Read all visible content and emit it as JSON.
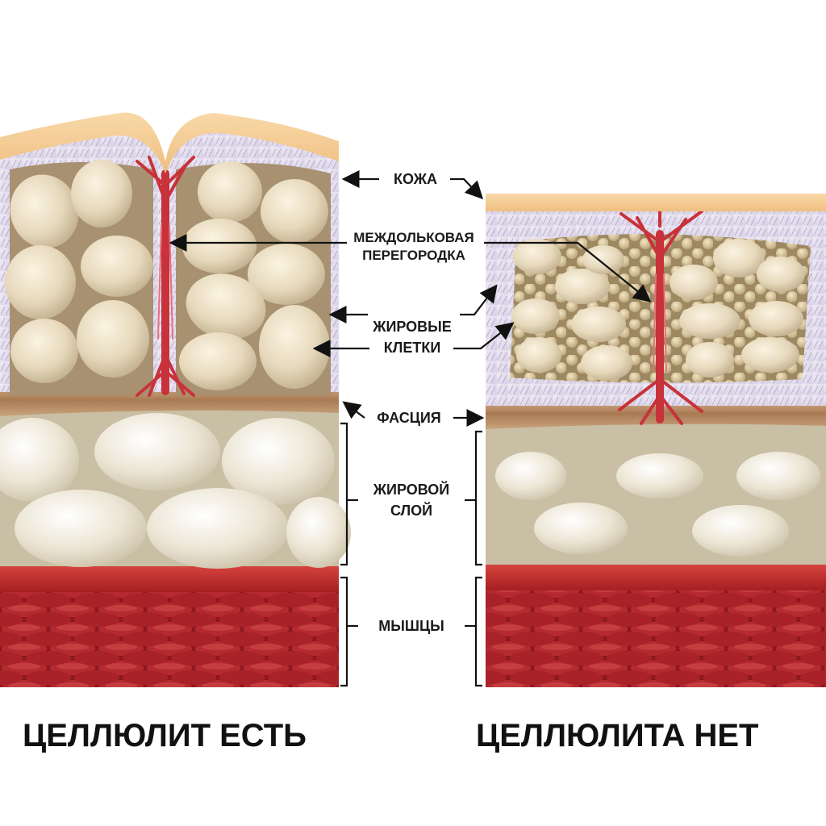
{
  "labels": {
    "skin": "КОЖА",
    "septum_line1": "МЕЖДОЛЬКОВАЯ",
    "septum_line2": "ПЕРЕГОРОДКА",
    "fat_cells_line1": "ЖИРОВЫЕ",
    "fat_cells_line2": "КЛЕТКИ",
    "fascia": "ФАСЦИЯ",
    "fat_layer_line1": "ЖИРОВОЙ",
    "fat_layer_line2": "СЛОЙ",
    "muscles": "МЫШЦЫ"
  },
  "captions": {
    "left": "ЦЕЛЛЮЛИТ ЕСТЬ",
    "right": "ЦЕЛЛЮЛИТА НЕТ"
  },
  "colors": {
    "skin": "#f4c98e",
    "dermis": "#e6e2ee",
    "fat_cell": "#e8dcc2",
    "septum": "#c8323a",
    "fascia": "#b9906a",
    "fat_layer_bg": "#cfc6ae",
    "muscle": "#a8222c"
  }
}
